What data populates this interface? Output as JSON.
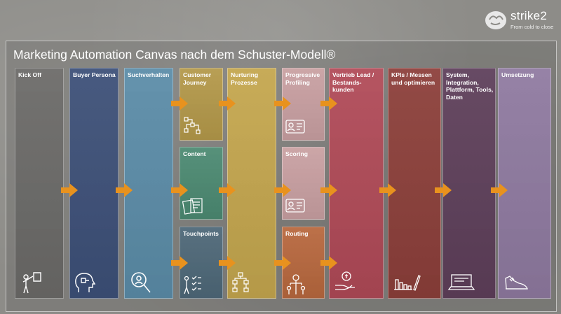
{
  "brand": {
    "name": "strike2",
    "tagline": "From cold to close"
  },
  "title": "Marketing Automation Canvas nach dem Schuster-Modell®",
  "columns": [
    {
      "id": "kickoff",
      "label": "Kick Off",
      "color": "#6b6a68",
      "icon": "presenter-icon"
    },
    {
      "id": "persona",
      "label": "Buyer Persona",
      "color": "#3d5078",
      "icon": "head-puzzle-icon"
    },
    {
      "id": "search",
      "label": "Suchverhalten",
      "color": "#5b8ca8",
      "icon": "magnifier-icon"
    },
    {
      "id": "journey",
      "label": "Customer Journey",
      "color": "#b4994a",
      "icon": "flow-chart-icon"
    },
    {
      "id": "content",
      "label": "Content",
      "color": "#4c8a72",
      "icon": "documents-icon"
    },
    {
      "id": "touchpoints",
      "label": "Touchpoints",
      "color": "#4e6878",
      "icon": "checklist-icon"
    },
    {
      "id": "nurturing",
      "label": "Nurturing Prozesse",
      "color": "#c4a64e",
      "icon": "process-tree-icon"
    },
    {
      "id": "profiling",
      "label": "Progressive Profiling",
      "color": "#c9a0a2",
      "icon": "id-card-icon"
    },
    {
      "id": "scoring",
      "label": "Scoring",
      "color": "#c9a0a2",
      "icon": "id-card-icon"
    },
    {
      "id": "routing",
      "label": "Routing",
      "color": "#b8683e",
      "icon": "people-routing-icon"
    },
    {
      "id": "vertrieb",
      "label": "Vertrieb Lead / Bestands-kunden",
      "color": "#b04a57",
      "icon": "money-hand-icon"
    },
    {
      "id": "kpis",
      "label": "KPIs / Messen und optimieren",
      "color": "#8c3f3a",
      "icon": "bar-chart-pencil-icon"
    },
    {
      "id": "system",
      "label": "System, Integration, Plattform, Tools, Daten",
      "color": "#5e3f5a",
      "icon": "laptop-icon"
    },
    {
      "id": "umsetzung",
      "label": "Umsetzung",
      "color": "#8f7aa0",
      "icon": "running-shoe-icon"
    }
  ],
  "arrow_color": "#e8921e"
}
